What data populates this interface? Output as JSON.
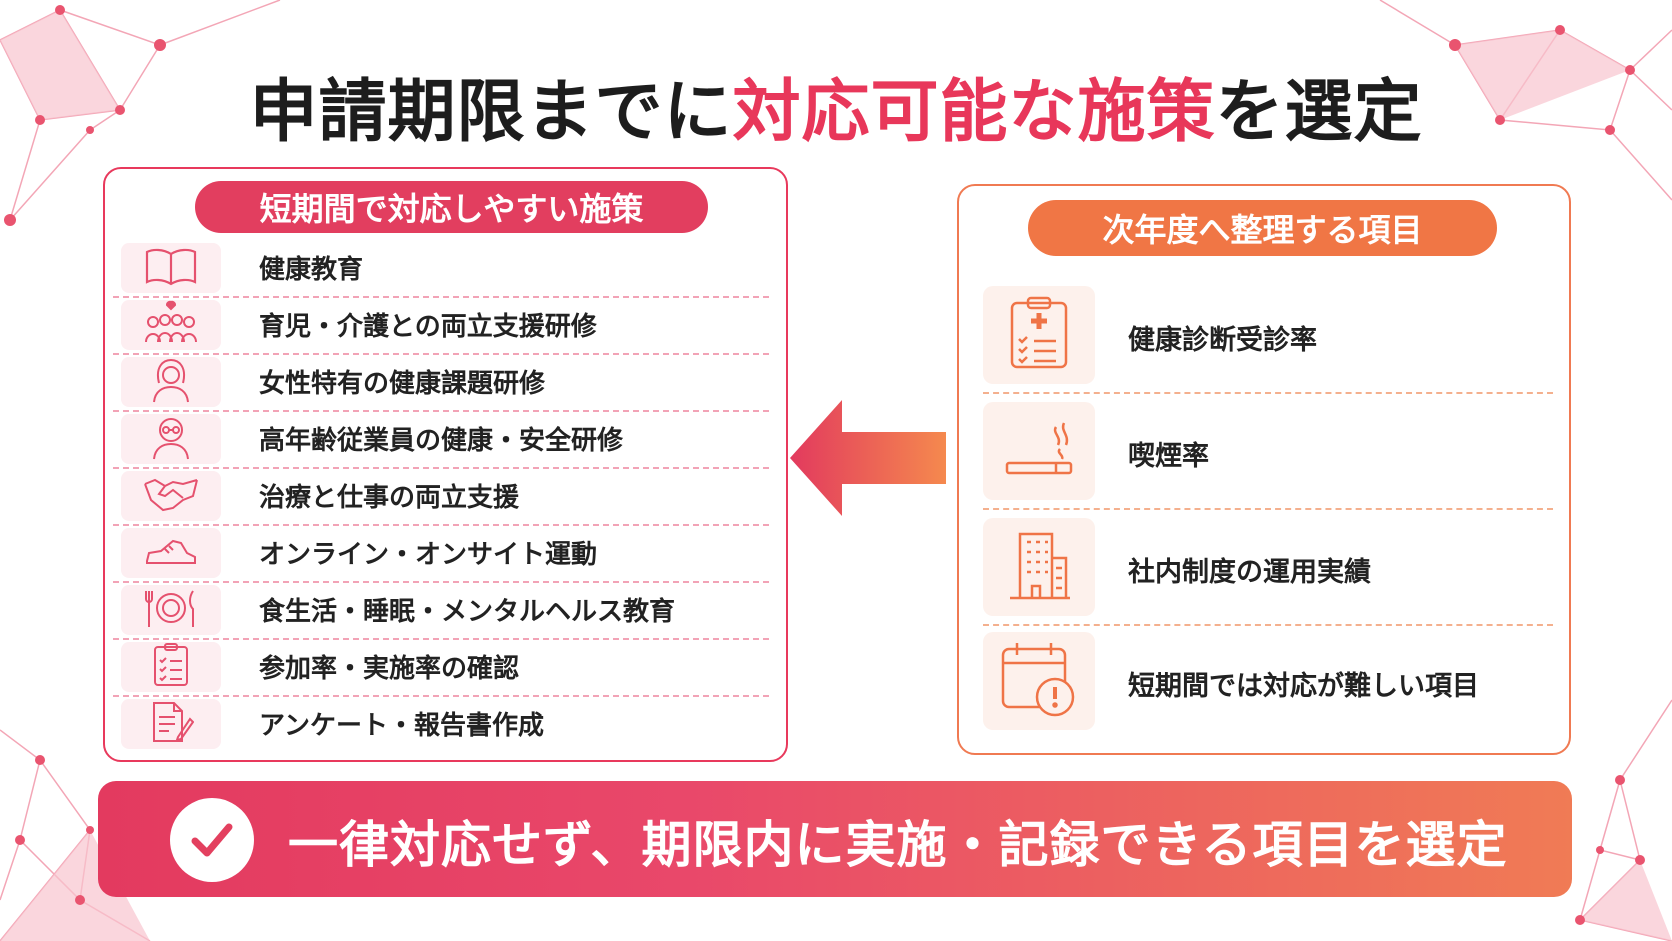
{
  "title": {
    "prefix": "申請期限までに",
    "highlight": "対応可能な施策",
    "suffix": "を選定"
  },
  "left_panel": {
    "header": "短期間で対応しやすい施策",
    "items": [
      {
        "label": "健康教育",
        "icon": "open-book-icon"
      },
      {
        "label": "育児・介護との両立支援研修",
        "icon": "family-heart-icon"
      },
      {
        "label": "女性特有の健康課題研修",
        "icon": "woman-icon"
      },
      {
        "label": "高年齢従業員の健康・安全研修",
        "icon": "elderly-person-icon"
      },
      {
        "label": "治療と仕事の両立支援",
        "icon": "handshake-icon"
      },
      {
        "label": "オンライン・オンサイト運動",
        "icon": "sneaker-icon"
      },
      {
        "label": "食生活・睡眠・メンタルヘルス教育",
        "icon": "plate-cutlery-icon"
      },
      {
        "label": "参加率・実施率の確認",
        "icon": "checklist-icon"
      },
      {
        "label": "アンケート・報告書作成",
        "icon": "document-pen-icon"
      }
    ]
  },
  "right_panel": {
    "header": "次年度へ整理する項目",
    "items": [
      {
        "label": "健康診断受診率",
        "icon": "medical-clipboard-icon"
      },
      {
        "label": "喫煙率",
        "icon": "cigarette-icon"
      },
      {
        "label": "社内制度の運用実績",
        "icon": "office-building-icon"
      },
      {
        "label": "短期間では対応が難しい項目",
        "icon": "calendar-warning-icon"
      }
    ]
  },
  "banner": {
    "text": "一律対応せず、期限内に実施・記録できる項目を選定",
    "icon": "check-icon"
  },
  "colors": {
    "accent": "#e8375a",
    "orange": "#f07645",
    "text": "#1d1d1d"
  }
}
